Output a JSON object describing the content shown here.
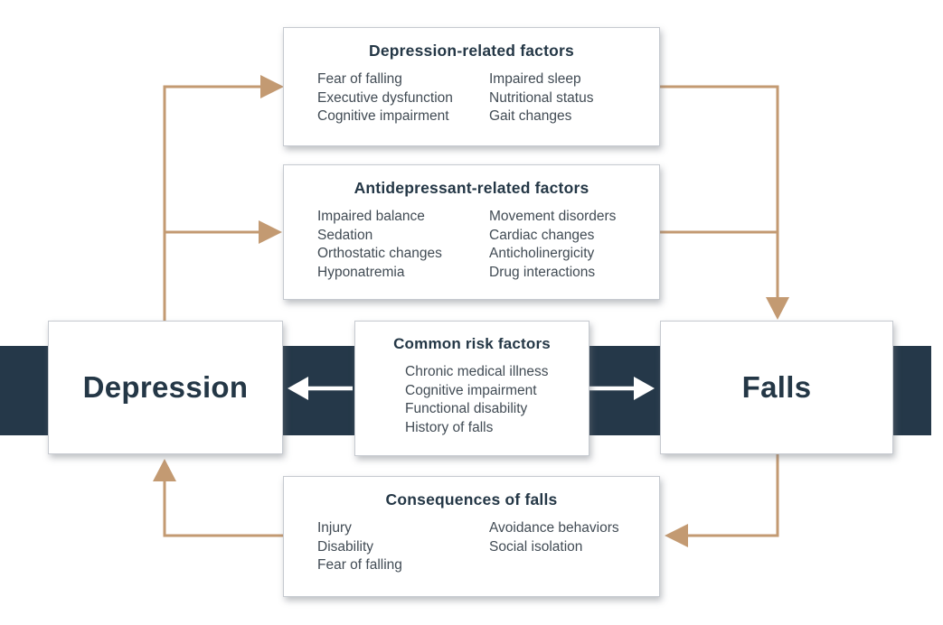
{
  "colors": {
    "band": "#253849",
    "arrow": "#c39a72",
    "arrow_white": "#ffffff",
    "heading_text": "#243746",
    "body_text": "#414b54",
    "box_border": "#c6cad0"
  },
  "nodes": {
    "depression": {
      "label": "Depression"
    },
    "falls": {
      "label": "Falls"
    }
  },
  "boxes": {
    "depression_factors": {
      "title": "Depression-related factors",
      "col1": [
        "Fear of falling",
        "Executive dysfunction",
        "Cognitive impairment"
      ],
      "col2": [
        "Impaired sleep",
        "Nutritional status",
        "Gait changes"
      ]
    },
    "antidepressant_factors": {
      "title": "Antidepressant-related factors",
      "col1": [
        "Impaired balance",
        "Sedation",
        "Orthostatic changes",
        "Hyponatremia"
      ],
      "col2": [
        "Movement disorders",
        "Cardiac changes",
        "Anticholinergicity",
        "Drug interactions"
      ]
    },
    "common_risk": {
      "title": "Common risk factors",
      "items": [
        "Chronic medical illness",
        "Cognitive impairment",
        "Functional disability",
        "History of falls"
      ]
    },
    "consequences": {
      "title": "Consequences of falls",
      "col1": [
        "Injury",
        "Disability",
        "Fear of falling"
      ],
      "col2": [
        "Avoidance behaviors",
        "Social isolation"
      ]
    }
  }
}
